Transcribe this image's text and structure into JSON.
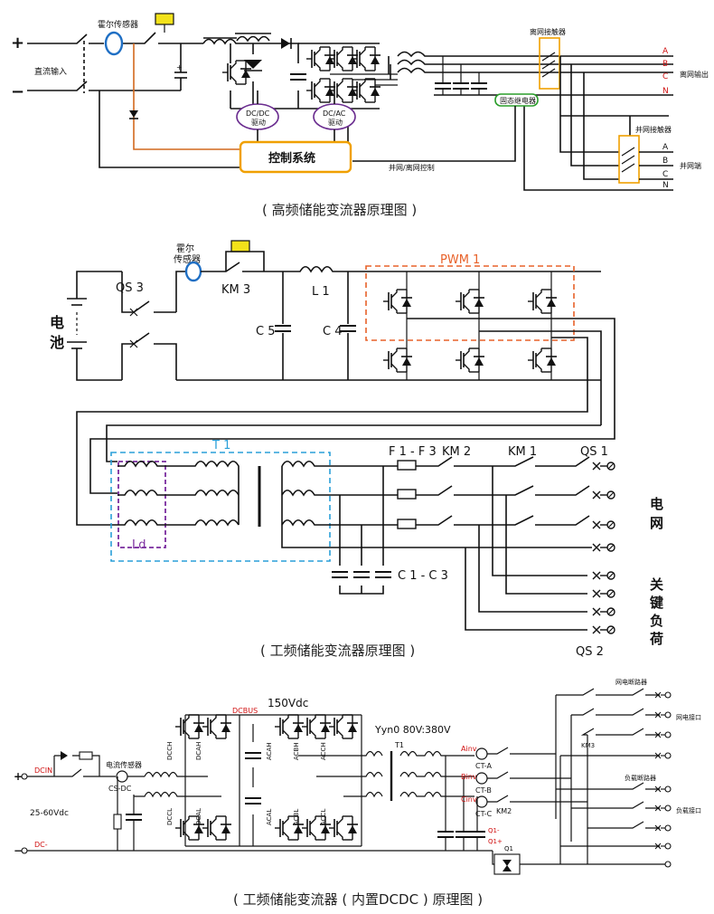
{
  "fig1": {
    "caption": "( 高频储能变流器原理图 )",
    "dc_plus": "+",
    "dc_minus": "−",
    "dc_input": "直流输入",
    "hall_sensor": "霍尔传感器",
    "offgrid_contactor": "离网接触器",
    "grid_contactor": "并网接触器",
    "ssr": "固态继电器",
    "dcdc_drive": [
      "DC/DC",
      "驱动"
    ],
    "dcac_drive": [
      "DC/AC",
      "驱动"
    ],
    "control_system": "控制系统",
    "grid_offgrid_ctrl": "并网/离网控制",
    "offgrid_output": "离网输出",
    "grid_side": "并网端",
    "phases_top": [
      "A",
      "B",
      "C",
      "N"
    ],
    "phases_bottom": [
      "A",
      "B",
      "C",
      "N"
    ]
  },
  "fig2": {
    "caption": "( 工频储能变流器原理图 )",
    "hall_sensor": [
      "霍尔",
      "传感器"
    ],
    "battery": [
      "电",
      "池"
    ],
    "qs3": "QS 3",
    "km3": "KM 3",
    "l1": "L 1",
    "c5": "C 5",
    "c4": "C 4",
    "pwm1": "PWM 1",
    "t1": "T 1",
    "ld": "Ld",
    "f1f3": "F 1 - F 3",
    "km2": "KM 2",
    "km1": "KM 1",
    "qs1": "QS 1",
    "c1c3": "C 1 - C 3",
    "grid": [
      "电",
      "网"
    ],
    "critical_load": [
      "关",
      "键",
      "负",
      "荷"
    ],
    "qs2": "QS 2"
  },
  "fig3": {
    "caption": "( 工频储能变流器 ( 内置DCDC ) 原理图 )",
    "dcbus": "DCBUS",
    "v150": "150Vdc",
    "transformer": "Yyn0  80V:380V",
    "t1": "T1",
    "dcin": "DCIN",
    "dcminus": "DC-",
    "current_sensor": "电流传感器",
    "cs_dc": "CS-DC",
    "voltage_range": "25-60Vdc",
    "dcch": "DCCH",
    "dcah": "DCAH",
    "dccl": "DCCL",
    "dcal": "DCAL",
    "acah": "ACAH",
    "acbh": "ACBH",
    "acch": "ACCH",
    "acal": "ACAL",
    "acbl": "ACBL",
    "accl": "ACCL",
    "ainv": "Ainv",
    "binv": "Binv",
    "cinv": "Cinv",
    "cta": "CT-A",
    "ctb": "CT-B",
    "ctc": "CT-C",
    "km2": "KM2",
    "km3": "KM3",
    "q1minus": "Q1-",
    "q1plus": "Q1+",
    "q1": "Q1",
    "grid_breaker": "网电断路器",
    "grid_port": "网电接口",
    "load_breaker": "负载断路器",
    "load_port": "负载接口"
  }
}
